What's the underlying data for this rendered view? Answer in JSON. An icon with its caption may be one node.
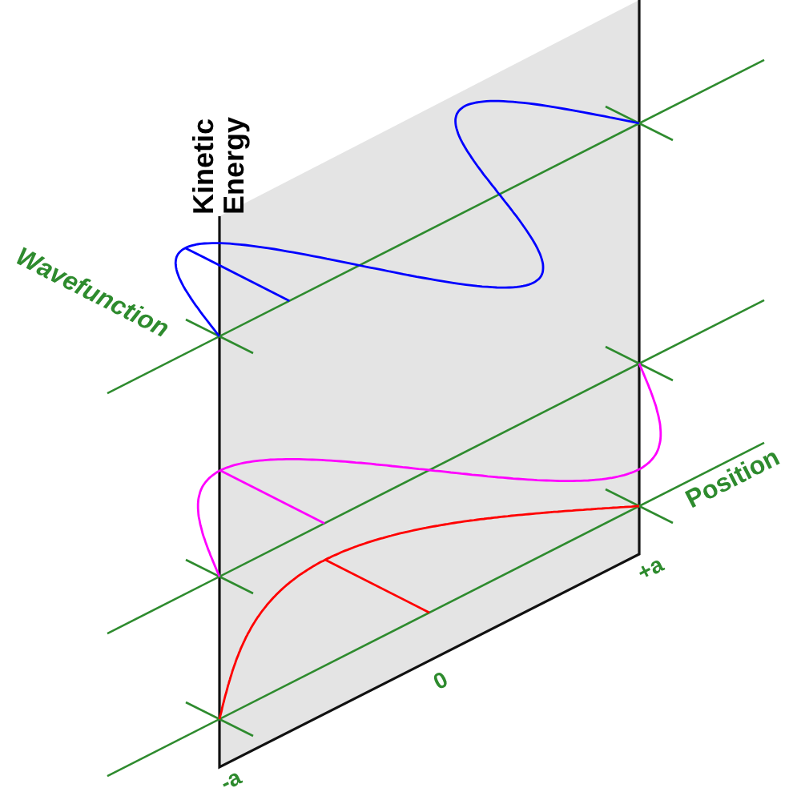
{
  "diagram": {
    "labels": [
      "Kinetic Energy",
      "Wavefunction",
      "Position",
      "+a",
      "0",
      "-a"
    ]
  }
}
